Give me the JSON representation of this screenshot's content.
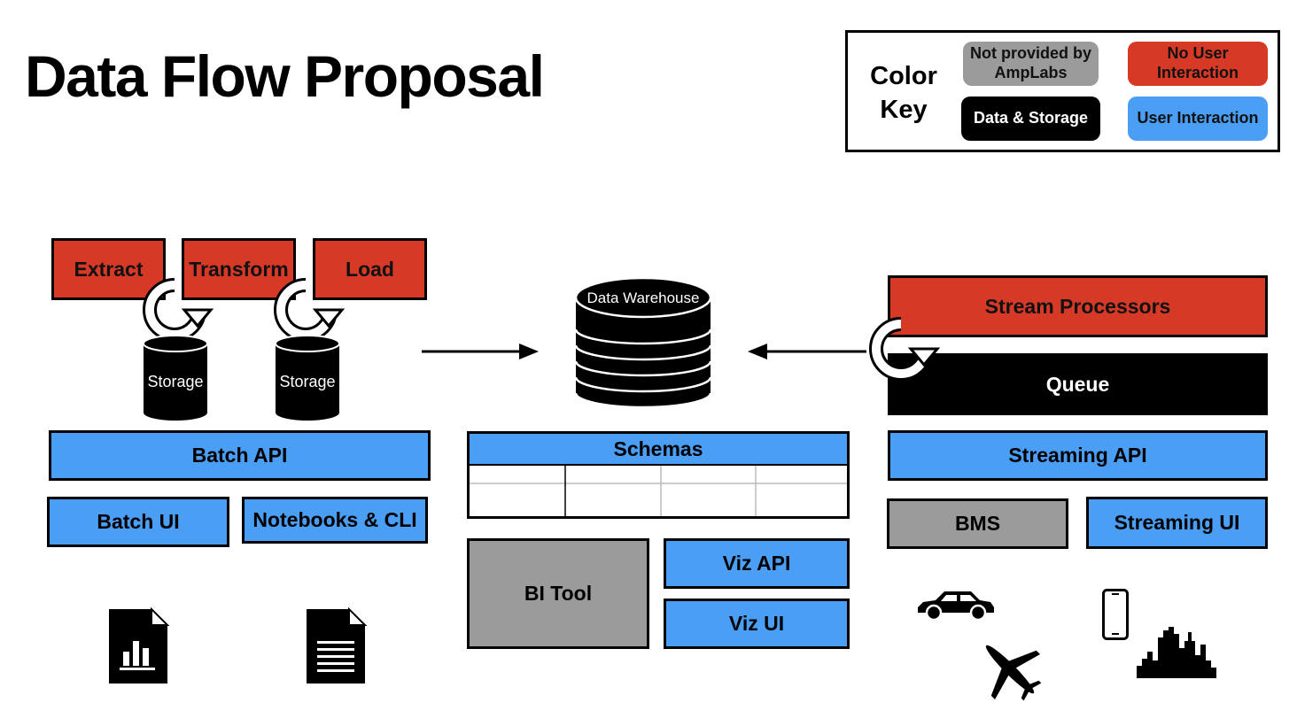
{
  "title": "Data Flow Proposal",
  "color_key": {
    "title_line1": "Color",
    "title_line2": "Key",
    "not_provided": "Not provided by AmpLabs",
    "no_user_interaction": "No User Interaction",
    "data_storage": "Data & Storage",
    "user_interaction": "User Interaction",
    "colors": {
      "gray": "#9b9b9b",
      "red": "#d63a27",
      "black": "#000000",
      "blue": "#4a9ef3"
    }
  },
  "batch": {
    "extract": "Extract",
    "transform": "Transform",
    "load": "Load",
    "storage_1": "Storage",
    "storage_2": "Storage",
    "batch_api": "Batch API",
    "batch_ui": "Batch UI",
    "notebooks_cli": "Notebooks & CLI",
    "icons": [
      "chart-document-icon",
      "text-document-icon"
    ]
  },
  "warehouse": {
    "label": "Data Warehouse",
    "schemas": "Schemas",
    "bi_tool": "BI Tool",
    "viz_api": "Viz API",
    "viz_ui": "Viz UI"
  },
  "streaming": {
    "stream_processors": "Stream Processors",
    "queue": "Queue",
    "streaming_api": "Streaming API",
    "bms": "BMS",
    "streaming_ui": "Streaming UI",
    "icons": [
      "car-icon",
      "airplane-icon",
      "phone-icon",
      "city-skyline-icon"
    ]
  }
}
